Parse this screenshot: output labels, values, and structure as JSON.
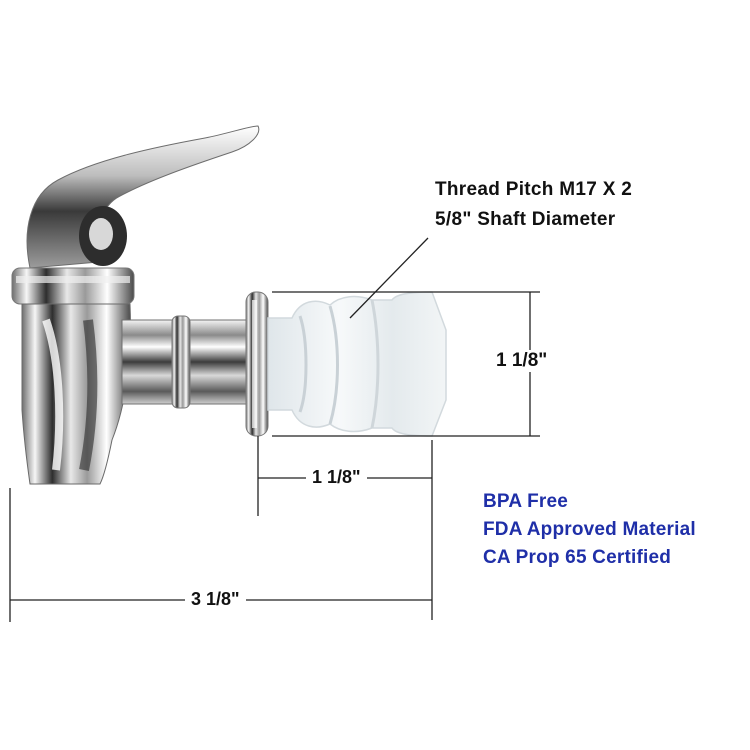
{
  "specs": {
    "thread_pitch": "Thread Pitch M17 X 2",
    "shaft_diameter": "5/8\" Shaft Diameter"
  },
  "dimensions": {
    "height": "1 1/8\"",
    "shaft_length": "1 1/8\"",
    "total_length": "3 1/8\""
  },
  "certifications": {
    "color": "#1f2fa8",
    "items": [
      "BPA Free",
      "FDA Approved Material",
      "CA Prop 65 Certified"
    ]
  },
  "product": {
    "icon": "water-dispenser-spigot-icon"
  }
}
